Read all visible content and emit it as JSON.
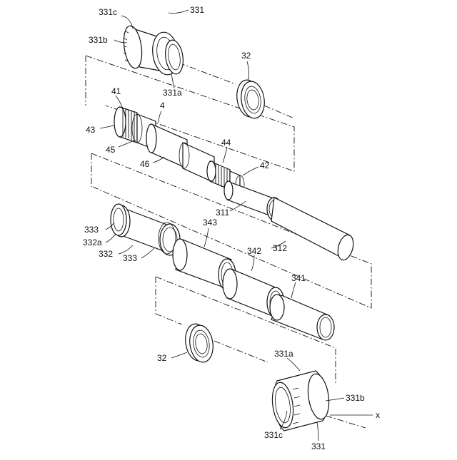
{
  "figure": {
    "labels": {
      "cup_top": "331",
      "cup_top_c": "331c",
      "cup_top_b": "331b",
      "cup_top_a": "331a",
      "bearing_top": "32",
      "spindle_41": "41",
      "spindle_4": "4",
      "spindle_43": "43",
      "spindle_45": "45",
      "spindle_46": "46",
      "spindle_44": "44",
      "spindle_42": "42",
      "tube_311": "311",
      "tube_312": "312",
      "sleeve_333_top": "333",
      "sleeve_332a": "332a",
      "sleeve_332": "332",
      "sleeve_333_bottom": "333",
      "spacer_343": "343",
      "spacer_342": "342",
      "spacer_341": "341",
      "bearing_bottom": "32",
      "cup_bottom_a": "331a",
      "cup_bottom_b": "331b",
      "cup_bottom_c": "331c",
      "cup_bottom": "331",
      "axis_x": "x"
    }
  }
}
